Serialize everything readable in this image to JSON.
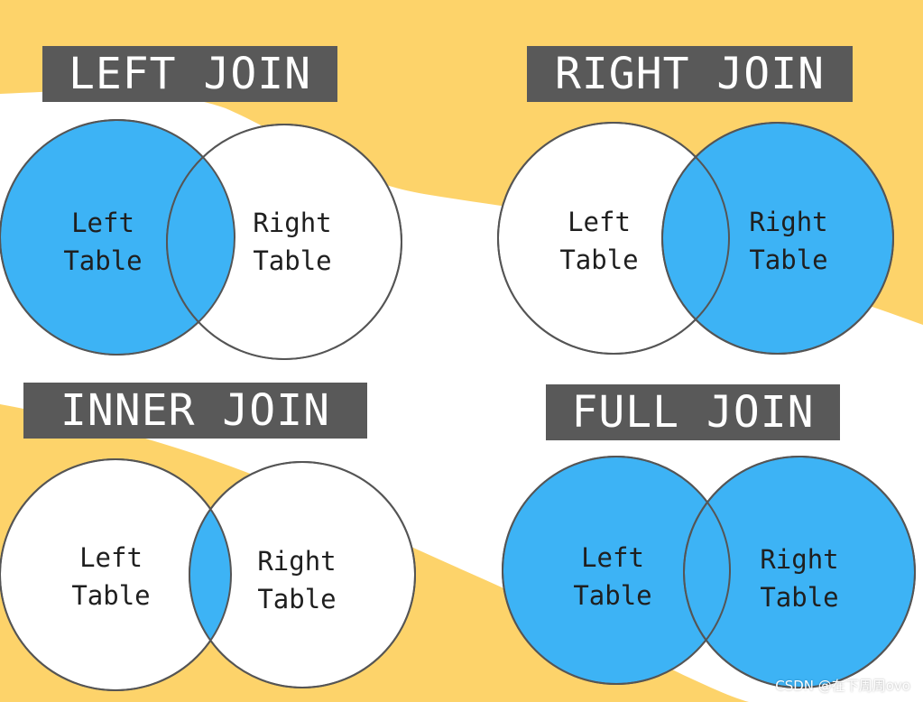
{
  "panels": [
    {
      "id": "left",
      "title": "LEFT JOIN",
      "left_label": [
        "Left",
        "Table"
      ],
      "right_label": [
        "Right",
        "Table"
      ],
      "fill": "left"
    },
    {
      "id": "right",
      "title": "RIGHT JOIN",
      "left_label": [
        "Left",
        "Table"
      ],
      "right_label": [
        "Right",
        "Table"
      ],
      "fill": "right"
    },
    {
      "id": "inner",
      "title": "INNER JOIN",
      "left_label": [
        "Left",
        "Table"
      ],
      "right_label": [
        "Right",
        "Table"
      ],
      "fill": "intersection"
    },
    {
      "id": "full",
      "title": "FULL JOIN",
      "left_label": [
        "Left",
        "Table"
      ],
      "right_label": [
        "Right",
        "Table"
      ],
      "fill": "full"
    }
  ],
  "watermark": "CSDN @在下周周ovo",
  "colors": {
    "background_band": "#fdd36a",
    "background": "#ffffff",
    "title_box": "#595959",
    "title_text": "#ffffff",
    "highlight": "#3db3f5",
    "outline": "#555555",
    "label_text": "#1f1f1f"
  }
}
